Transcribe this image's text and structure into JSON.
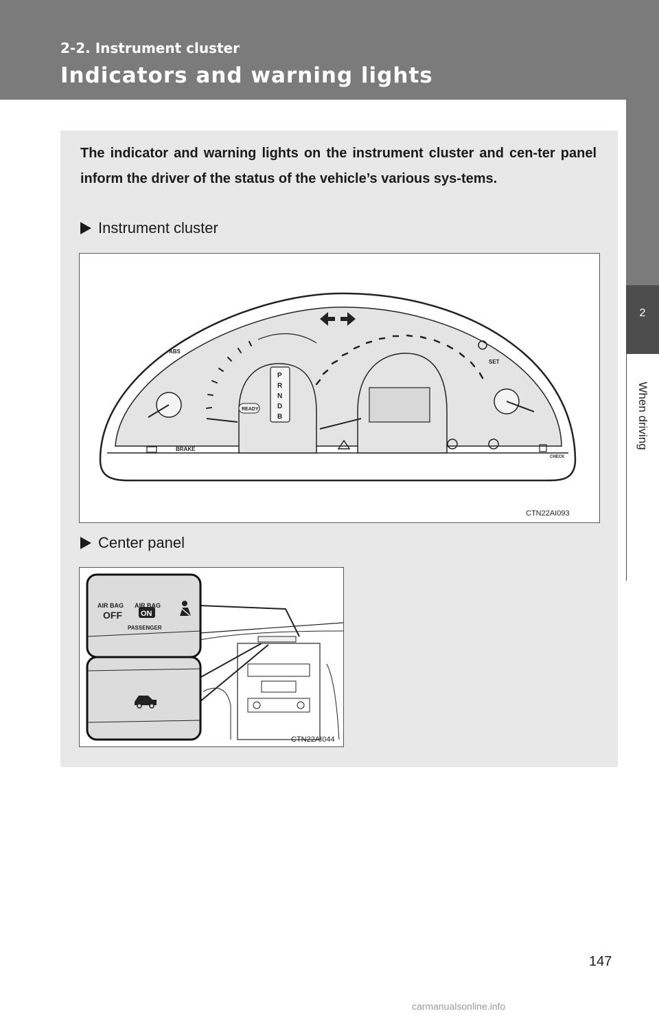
{
  "header": {
    "section": "2-2. Instrument cluster",
    "title": "Indicators and warning lights"
  },
  "side_tab": {
    "number": "2",
    "label": "When driving"
  },
  "intro": "The indicator and warning lights on the instrument cluster and cen-ter panel inform the driver of the status of the vehicle’s various sys-tems.",
  "sections": [
    {
      "label": "Instrument cluster",
      "figure_code": "CTN22AI093"
    },
    {
      "label": "Center panel",
      "figure_code": "CTN22AI044"
    }
  ],
  "cluster_labels": {
    "abs": "ABS",
    "set": "SET",
    "brake": "BRAKE",
    "ready": "READY",
    "check": "CHECK",
    "gears": [
      "P",
      "R",
      "N",
      "D",
      "B"
    ]
  },
  "center_panel_labels": {
    "airbag_off_line1": "AIR BAG",
    "airbag_off_line2": "OFF",
    "airbag_on_line1": "AIR BAG",
    "airbag_on_line2": "ON",
    "passenger": "PASSENGER"
  },
  "page_number": "147",
  "watermark": "carmanualsonline.info"
}
